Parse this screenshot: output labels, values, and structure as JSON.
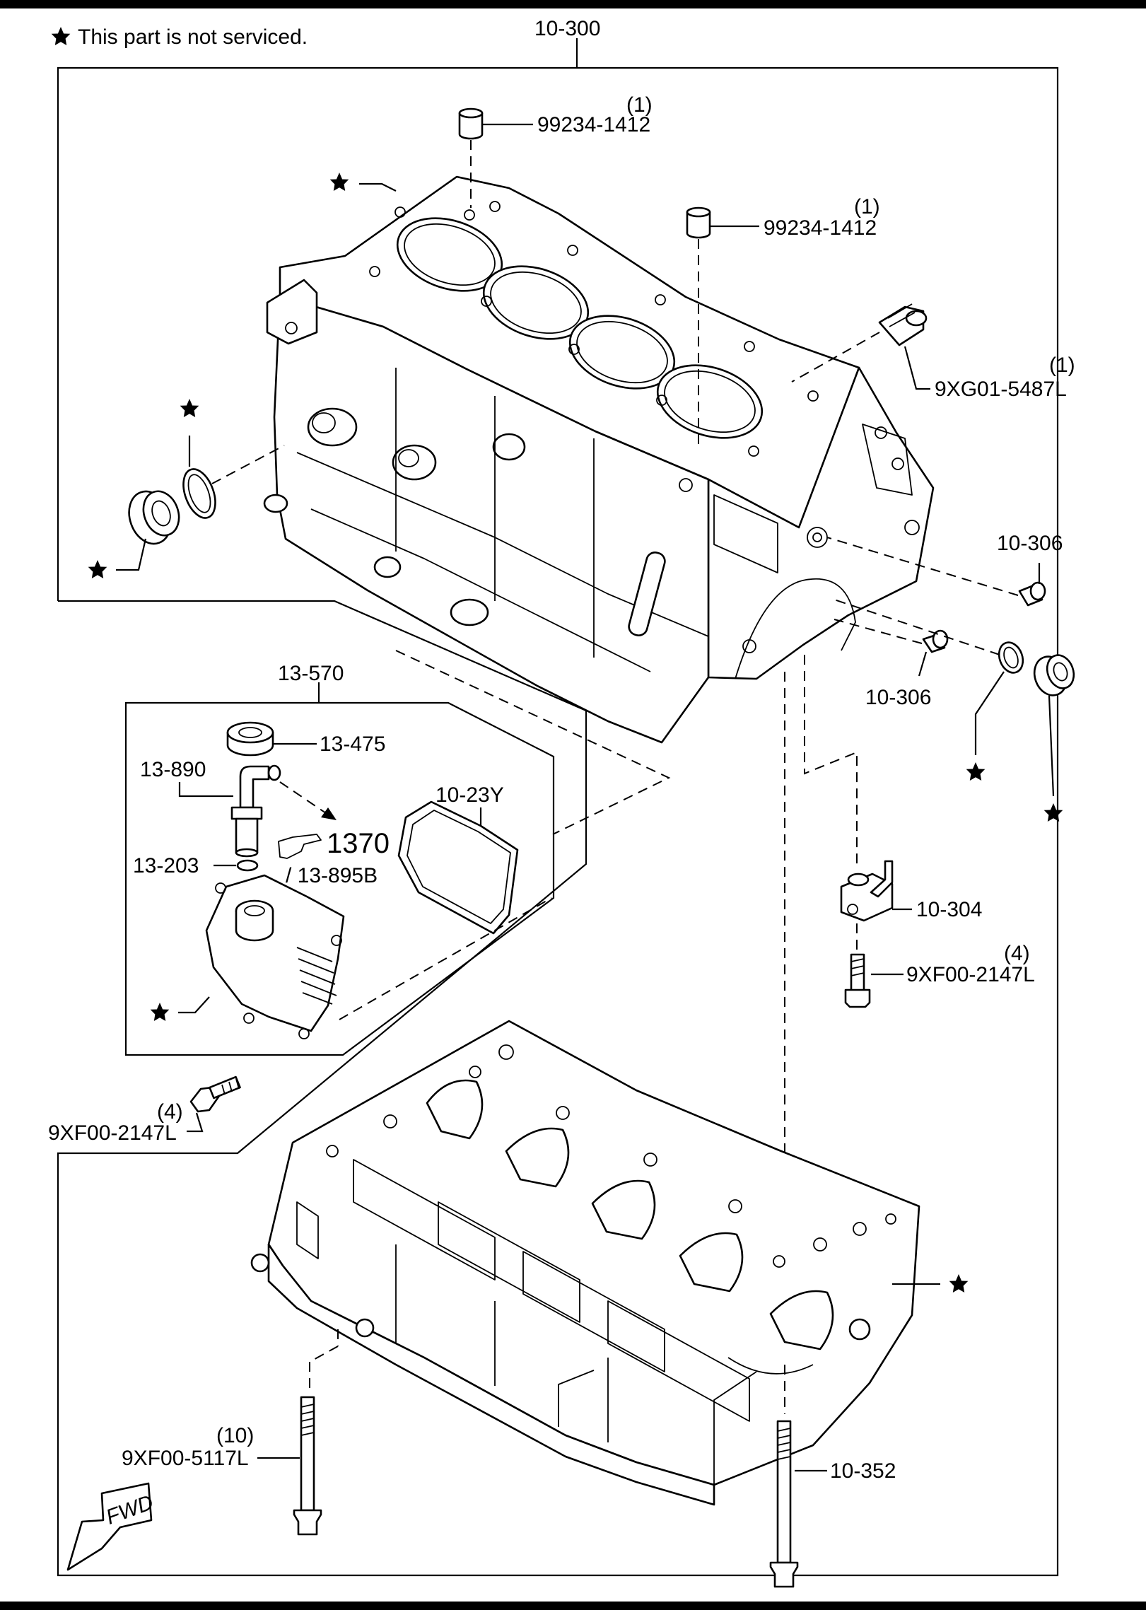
{
  "note": {
    "star": "★",
    "text": "This part is not serviced."
  },
  "labels": {
    "assembly_top": "10-300",
    "plug_1_qty": "(1)",
    "plug_1": "99234-1412",
    "plug_2_qty": "(1)",
    "plug_2": "99234-1412",
    "plug_3_qty": "(1)",
    "plug_3": "9XG01-5487L",
    "pin_1": "10-306",
    "pin_2": "10-306",
    "vent_assy": "13-570",
    "seal": "13-475",
    "pipe": "13-890",
    "oring": "13-203",
    "gasket": "10-23Y",
    "ref_page": "1370",
    "ref_part": "/ 13-895B",
    "jet": "10-304",
    "jet_bolt_qty": "(4)",
    "jet_bolt": "9XF00-2147L",
    "vent_bolt_qty": "(4)",
    "vent_bolt": "9XF00-2147L",
    "lower_bolt_qty": "(10)",
    "lower_bolt": "9XF00-5117L",
    "main_bolt": "10-352",
    "fwd": "FWD"
  }
}
